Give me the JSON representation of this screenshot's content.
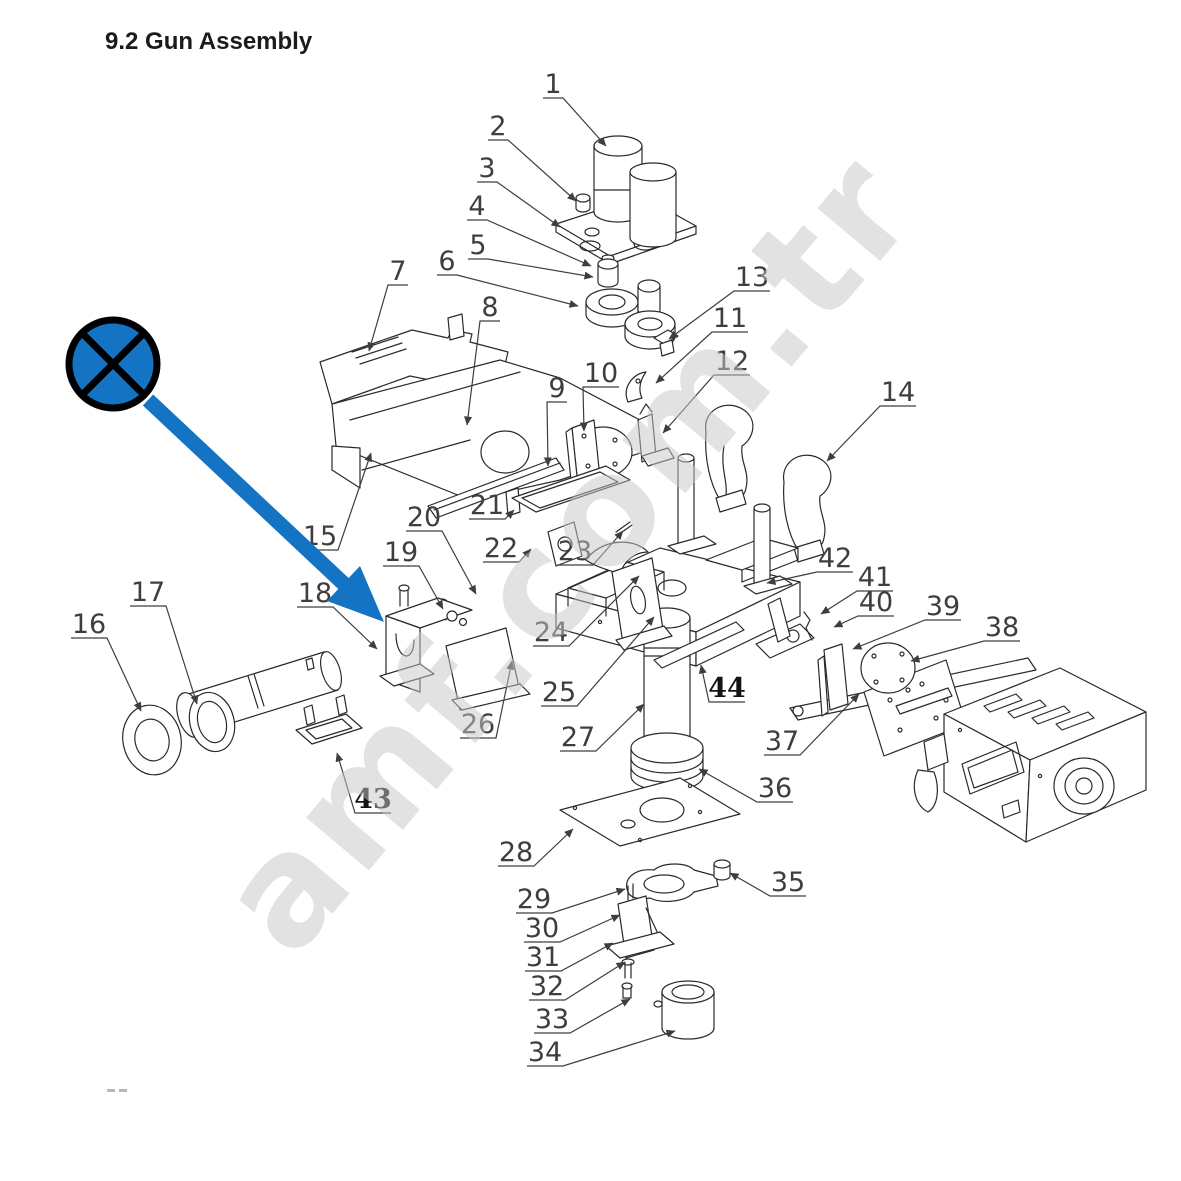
{
  "title": "9.2 Gun Assembly",
  "watermark": "amf.com.tr",
  "annotation": {
    "shape": "circle-with-x",
    "color": "#1473c2",
    "points_to": "bracket near part 18"
  },
  "part_numbers": [
    "1",
    "2",
    "3",
    "4",
    "5",
    "6",
    "7",
    "8",
    "9",
    "10",
    "11",
    "12",
    "13",
    "14",
    "15",
    "16",
    "17",
    "18",
    "19",
    "20",
    "21",
    "22",
    "23",
    "24",
    "25",
    "26",
    "27",
    "28",
    "29",
    "30",
    "31",
    "32",
    "33",
    "34",
    "35",
    "36",
    "37",
    "38",
    "39",
    "40",
    "41",
    "42",
    "43",
    "44"
  ]
}
